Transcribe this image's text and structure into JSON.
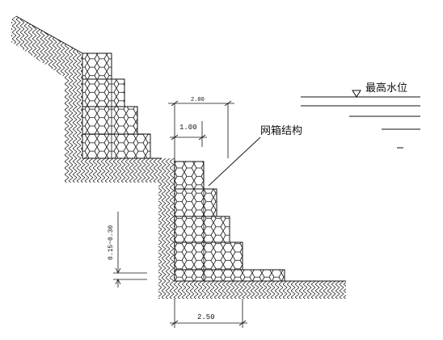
{
  "labels": {
    "high_water_level": "最高水位",
    "gabion_structure": "网箱结构"
  },
  "dimensions": {
    "top_width": "2.00",
    "step_width": "1.00",
    "base_width": "2.50",
    "vertical_range": "0.15~0.30"
  },
  "colors": {
    "line": "#111111",
    "background": "#ffffff"
  }
}
